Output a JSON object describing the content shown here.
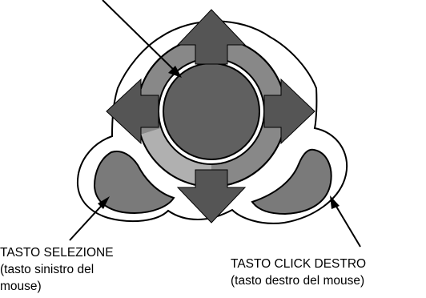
{
  "labels": {
    "select_key": {
      "title": "TASTO SELEZIONE",
      "line2": "(tasto sinistro del",
      "line3": "mouse)"
    },
    "right_click_key": {
      "title": "TASTO CLICK DESTRO",
      "line2": "(tasto destro del mouse)"
    }
  },
  "colors": {
    "arrow": "#555555",
    "pad_mid_gray": "#888888",
    "pad_light_gray": "#b0b0b0",
    "center_button": "#606060",
    "side_buttons": "#7a7a7a",
    "outline": "#000000",
    "background": "#ffffff"
  },
  "icons": [
    "up-arrow-icon",
    "down-arrow-icon",
    "left-arrow-icon",
    "right-arrow-icon"
  ]
}
